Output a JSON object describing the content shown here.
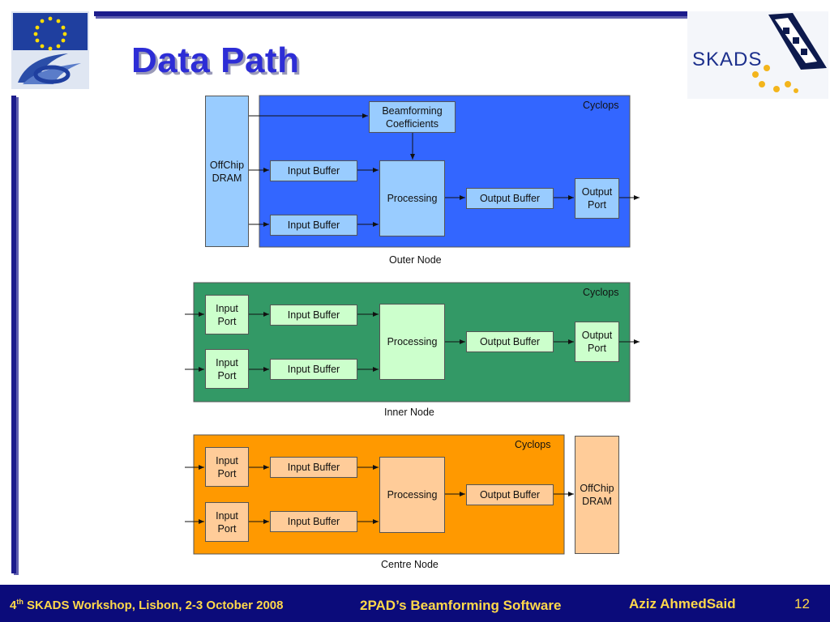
{
  "slide": {
    "title": "Data Path",
    "colors": {
      "title": "#2d2dd6",
      "frame": "#1c1c8c",
      "footer_bg": "#0b0b7a",
      "footer_text": "#ffd84a"
    }
  },
  "logos": {
    "left": {
      "icon": "eu-fp6-logo"
    },
    "right": {
      "icon": "skads-logo",
      "text": "SKADS"
    }
  },
  "diagram": {
    "outer_node": {
      "caption": "Outer Node",
      "cyclops_label": "Cyclops",
      "offchip_dram": "OffChip\nDRAM",
      "beamforming": "Beamforming\nCoefficients",
      "input_buffer_1": "Input Buffer",
      "input_buffer_2": "Input Buffer",
      "processing": "Processing",
      "output_buffer": "Output Buffer",
      "output_port": "Output\nPort",
      "colors": {
        "panel": "#3366ff",
        "box": "#99ccff"
      }
    },
    "inner_node": {
      "caption": "Inner Node",
      "cyclops_label": "Cyclops",
      "input_port_1": "Input\nPort",
      "input_port_2": "Input\nPort",
      "input_buffer_1": "Input Buffer",
      "input_buffer_2": "Input Buffer",
      "processing": "Processing",
      "output_buffer": "Output Buffer",
      "output_port": "Output\nPort",
      "colors": {
        "panel": "#339966",
        "box": "#ccffcc"
      }
    },
    "centre_node": {
      "caption": "Centre Node",
      "cyclops_label": "Cyclops",
      "input_port_1": "Input\nPort",
      "input_port_2": "Input\nPort",
      "input_buffer_1": "Input Buffer",
      "input_buffer_2": "Input Buffer",
      "processing": "Processing",
      "output_buffer": "Output Buffer",
      "offchip_dram": "OffChip\nDRAM",
      "colors": {
        "panel": "#ff9900",
        "box": "#ffcc99"
      }
    }
  },
  "footer": {
    "workshop_num": "4",
    "workshop_sup": "th",
    "workshop_rest": " SKADS Workshop, Lisbon, 2-3 October 2008",
    "talk": "2PAD’s Beamforming Software",
    "author": "Aziz AhmedSaid",
    "page": "12"
  }
}
